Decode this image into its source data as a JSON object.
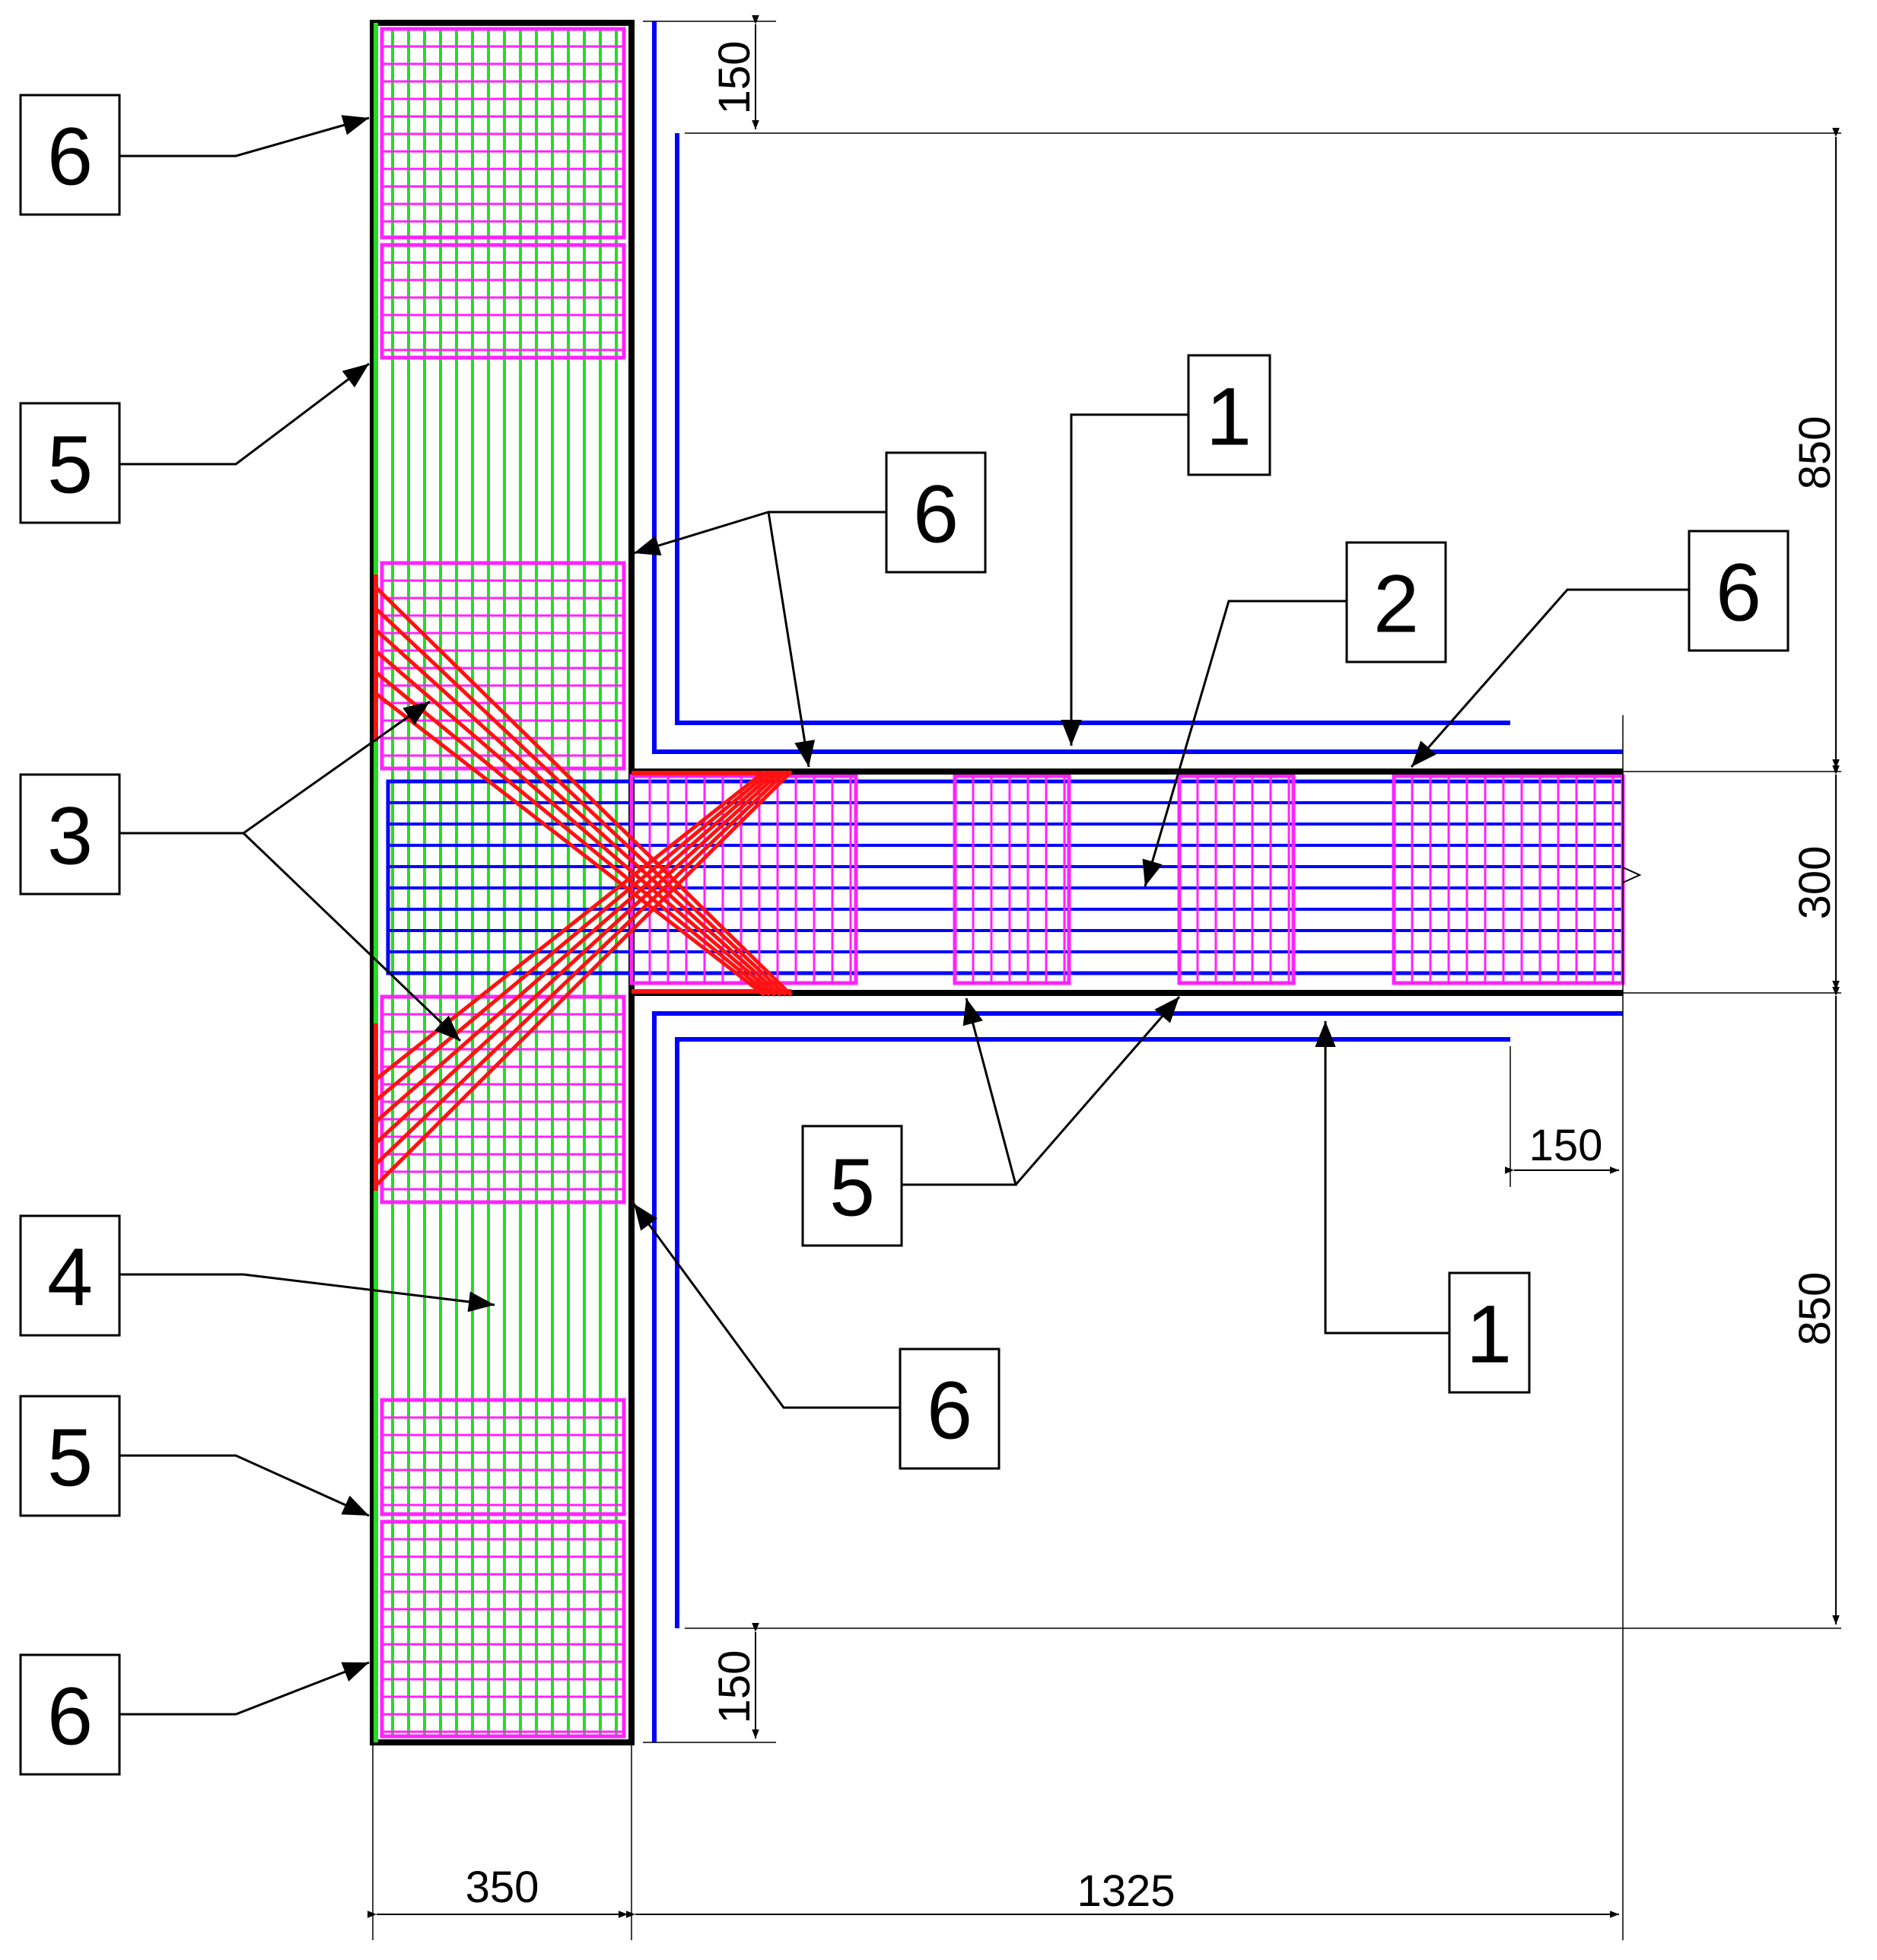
{
  "callouts": {
    "c6_top_left": "6",
    "c5_upper_left": "5",
    "c6_center": "6",
    "c1_top": "1",
    "c2": "2",
    "c6_right": "6",
    "c3": "3",
    "c5_bottom_mid": "5",
    "c4": "4",
    "c1_bottom": "1",
    "c6_bottom_mid": "6",
    "c5_lower_left": "5",
    "c6_bottom_left": "6"
  },
  "dimensions": {
    "top_150": "150",
    "bottom_150": "150",
    "right_upper_850": "850",
    "right_300": "300",
    "right_lower_850": "850",
    "beam_end_150": "150",
    "wall_width_350": "350",
    "beam_length_1325": "1325"
  },
  "colors": {
    "outline": "#000000",
    "vertical_bars": "#22dd22",
    "stirrups": "#ff22ff",
    "diagonal_bars": "#ff1111",
    "beam_bars": "#0000ff"
  }
}
